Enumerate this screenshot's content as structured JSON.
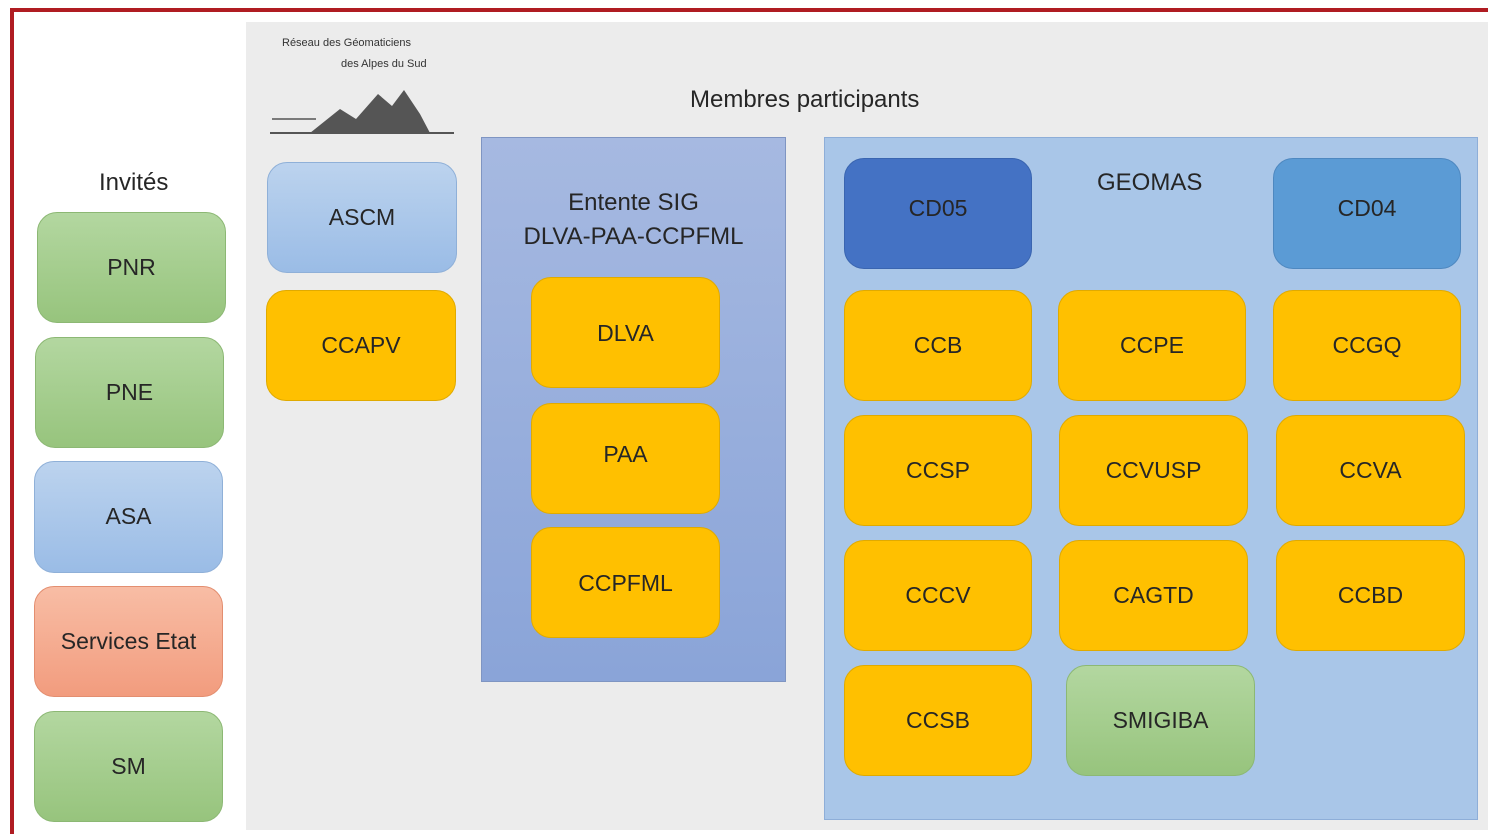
{
  "logo": {
    "line1": "Réseau des Géomaticiens",
    "line2": "des Alpes du Sud"
  },
  "heading": "Membres participants",
  "invites": {
    "title": "Invités",
    "items": [
      "PNR",
      "PNE",
      "ASA",
      "Services Etat",
      "SM"
    ]
  },
  "standalone": [
    "ASCM",
    "CCAPV"
  ],
  "entente": {
    "title_line1": "Entente SIG",
    "title_line2": "DLVA-PAA-CCPFML",
    "items": [
      "DLVA",
      "PAA",
      "CCPFML"
    ]
  },
  "geomas": {
    "title": "GEOMAS",
    "top": [
      "CD05",
      "CD04"
    ],
    "items": [
      "CCB",
      "CCPE",
      "CCGQ",
      "CCSP",
      "CCVUSP",
      "CCVA",
      "CCCV",
      "CAGTD",
      "CCBD",
      "CCSB",
      "SMIGIBA"
    ]
  },
  "colors": {
    "frame": "#b01c22",
    "background": "#ececec",
    "green": "#a9cf94",
    "blue": "#a9c6e8",
    "salmon": "#f4ab8f",
    "orange": "#ffc000",
    "dark_blue": "#4472c4",
    "mid_blue": "#5b9bd5",
    "entente_panel": "#98aedd"
  }
}
